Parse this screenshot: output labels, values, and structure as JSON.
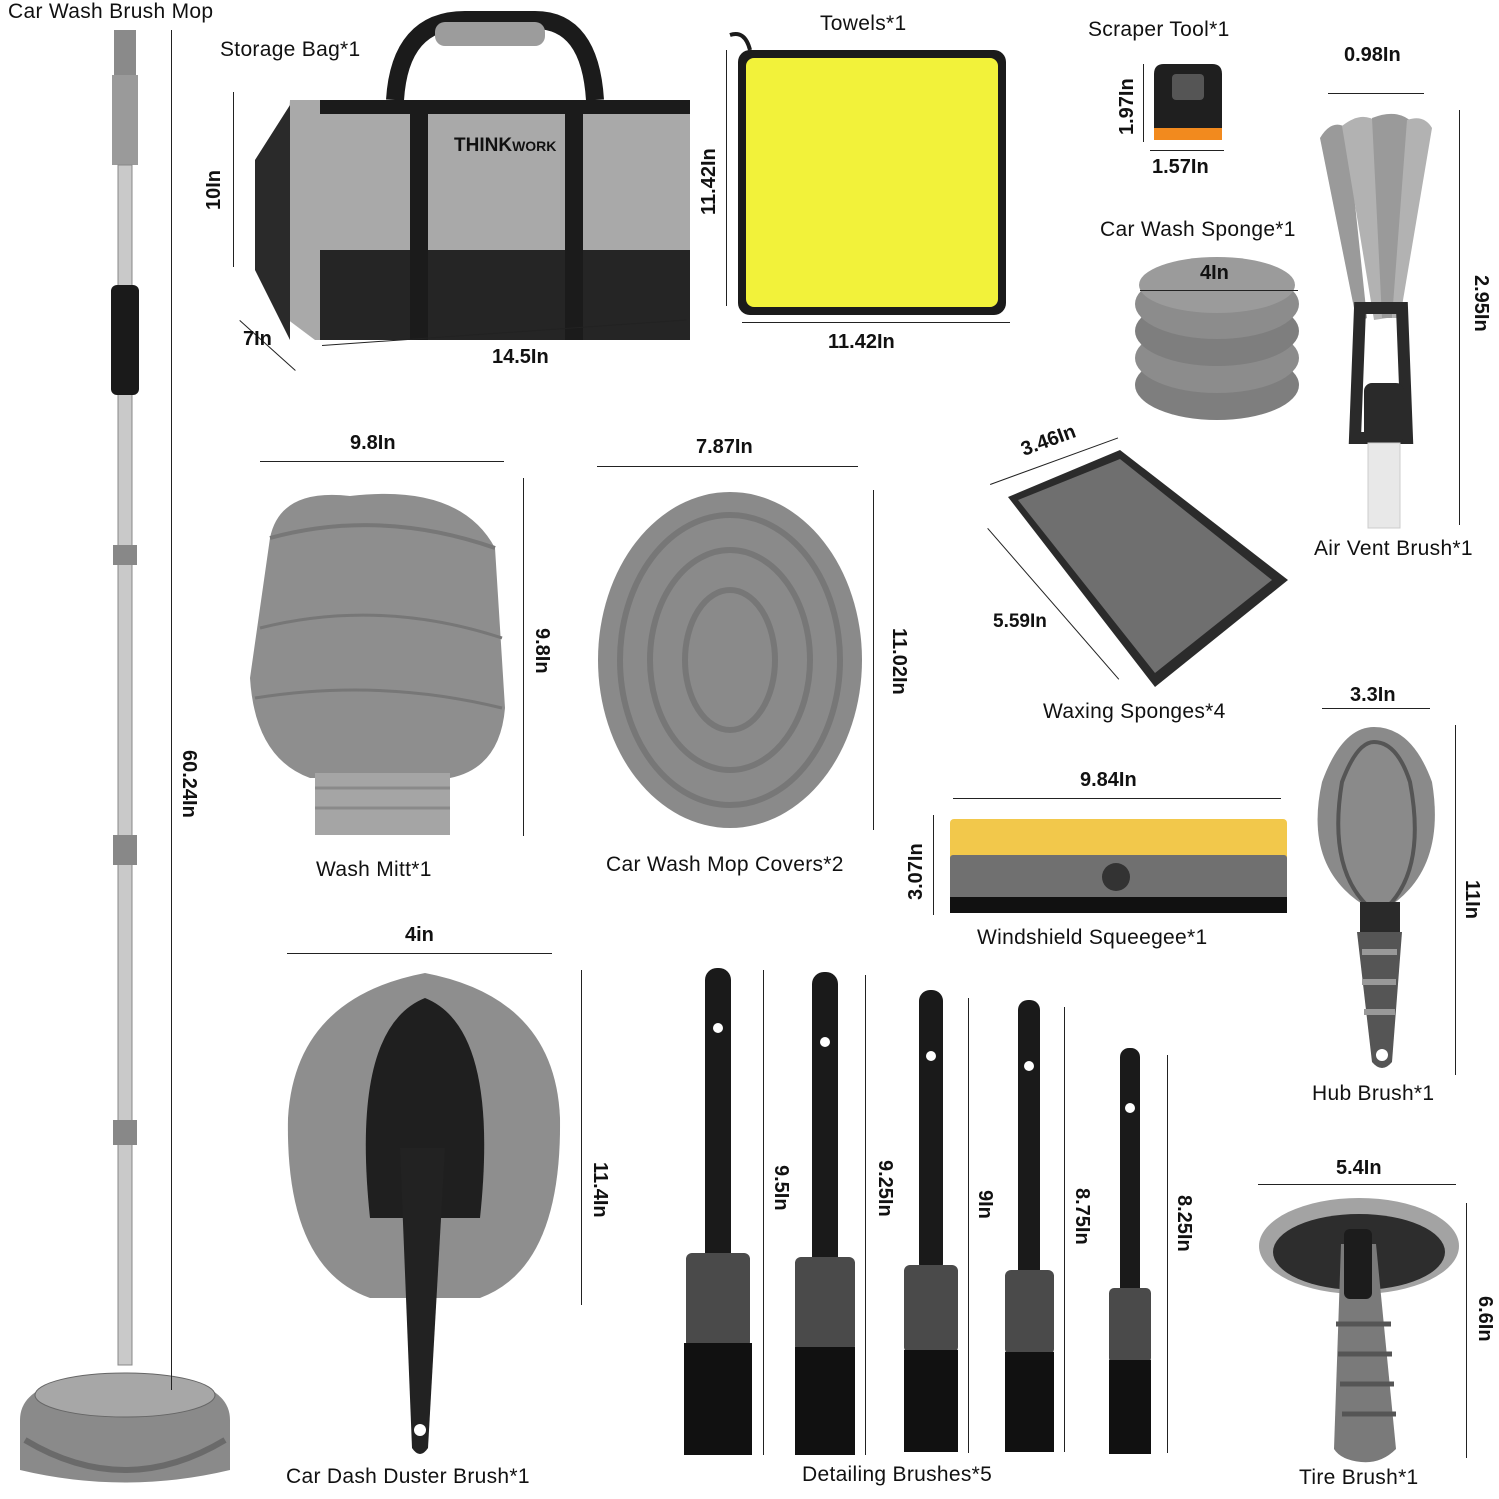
{
  "items": {
    "mop": {
      "name": "Car Wash Brush Mop",
      "length": "60.24In"
    },
    "bag": {
      "name": "Storage Bag*1",
      "brand": "THINK",
      "brand_suffix": "WORK",
      "height": "10In",
      "depth": "7In",
      "width": "14.5In"
    },
    "towel": {
      "name": "Towels*1",
      "height": "11.42In",
      "width": "11.42In"
    },
    "scraper": {
      "name": "Scraper Tool*1",
      "height": "1.97In",
      "width": "1.57In"
    },
    "sponge": {
      "name": "Car Wash Sponge*1",
      "diameter": "4In"
    },
    "vent": {
      "name": "Air Vent Brush*1",
      "width": "0.98In",
      "height": "2.95In"
    },
    "mitt": {
      "name": "Wash Mitt*1",
      "width": "9.8In",
      "height": "9.8In"
    },
    "mopcover": {
      "name": "Car Wash Mop Covers*2",
      "width": "7.87In",
      "height": "11.02In"
    },
    "waxing": {
      "name": "Waxing Sponges*4",
      "width": "3.46In",
      "length": "5.59In"
    },
    "hub": {
      "name": "Hub Brush*1",
      "width": "3.3In",
      "height": "11In"
    },
    "squeegee": {
      "name": "Windshield Squeegee*1",
      "width": "9.84In",
      "height": "3.07In"
    },
    "duster": {
      "name": "Car Dash Duster Brush*1",
      "width": "4in",
      "height": "11.4In"
    },
    "detailing": {
      "name": "Detailing Brushes*5",
      "sizes": [
        "9.5In",
        "9.25In",
        "9In",
        "8.75In",
        "8.25In"
      ]
    },
    "tire": {
      "name": "Tire Brush*1",
      "width": "5.4In",
      "height": "6.6In"
    }
  },
  "colors": {
    "gray": "#7a7a7a",
    "dark": "#1a1a1a",
    "yellow": "#f2f23a",
    "orange": "#f28a1e"
  }
}
